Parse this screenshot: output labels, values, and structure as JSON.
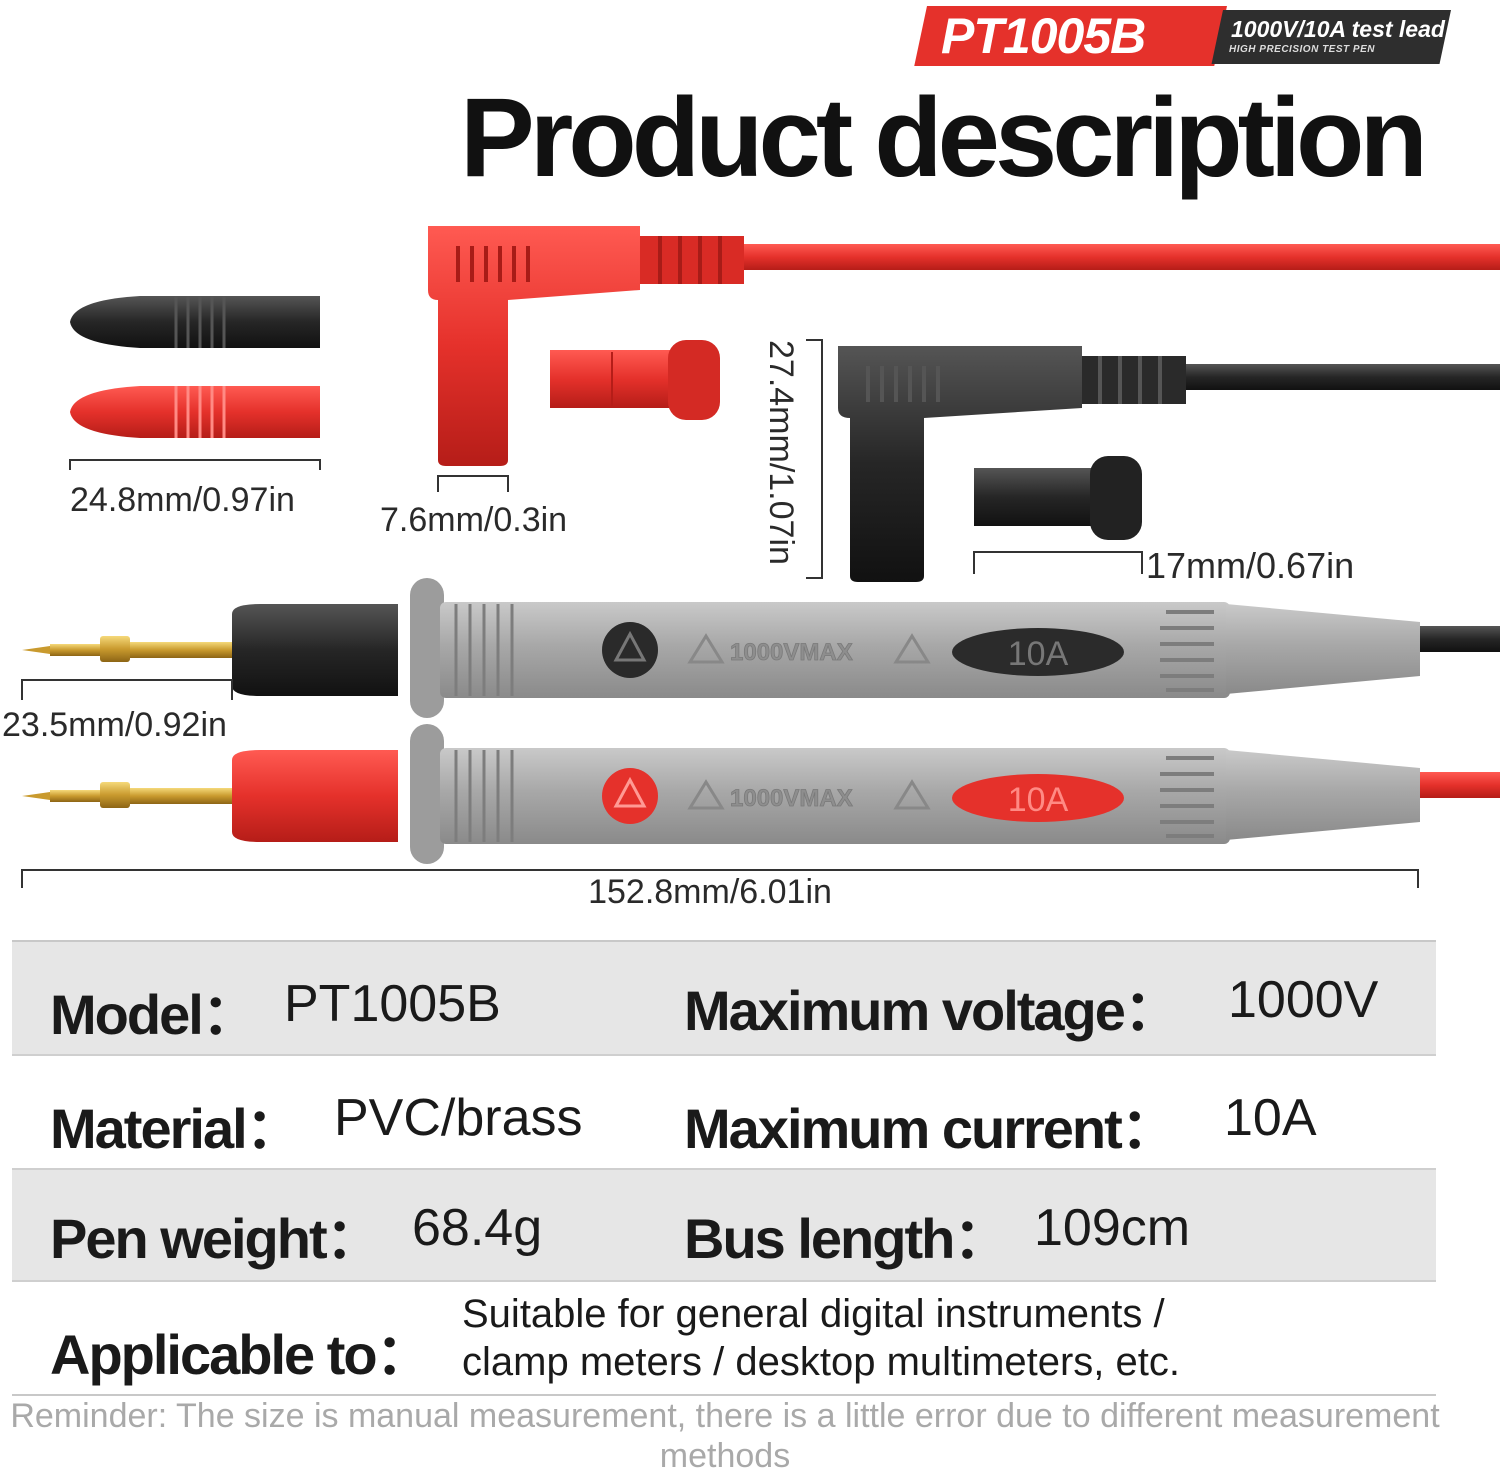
{
  "header": {
    "model_badge": "PT1005B",
    "badge_title": "1000V/10A test lead",
    "badge_subtitle": "HIGH PRECISION TEST PEN",
    "title": "Product description"
  },
  "dimensions": {
    "tip_cap_length": "24.8mm/0.97in",
    "plug_diameter": "7.6mm/0.3in",
    "plug_height": "27.4mm/1.07in",
    "sleeve_length": "17mm/0.67in",
    "needle_length": "23.5mm/0.92in",
    "probe_length": "152.8mm/6.01in"
  },
  "probe_markings": {
    "voltage": "1000VMAX",
    "current": "10A"
  },
  "specs": {
    "model_label": "Model：",
    "model_value": "PT1005B",
    "max_voltage_label": "Maximum voltage：",
    "max_voltage_value": "1000V",
    "material_label": "Material：",
    "material_value": "PVC/brass",
    "max_current_label": "Maximum current：",
    "max_current_value": "10A",
    "pen_weight_label": "Pen weight：",
    "pen_weight_value": "68.4g",
    "bus_length_label": "Bus length：",
    "bus_length_value": "109cm",
    "applicable_label": "Applicable to：",
    "applicable_line1": "Suitable for general digital instruments /",
    "applicable_line2": "clamp meters / desktop multimeters, etc."
  },
  "reminder": "Reminder: The size is manual measurement, there is a little error due to different measurement methods",
  "colors": {
    "brand_red": "#e5312b",
    "badge_dark": "#2e2e2e",
    "probe_gray": "#a6a6a6",
    "lead_black": "#1e1e1e",
    "table_gray": "#e6e6e6"
  },
  "icons": [
    "warning-triangle-icon",
    "ground-symbol-icon"
  ]
}
